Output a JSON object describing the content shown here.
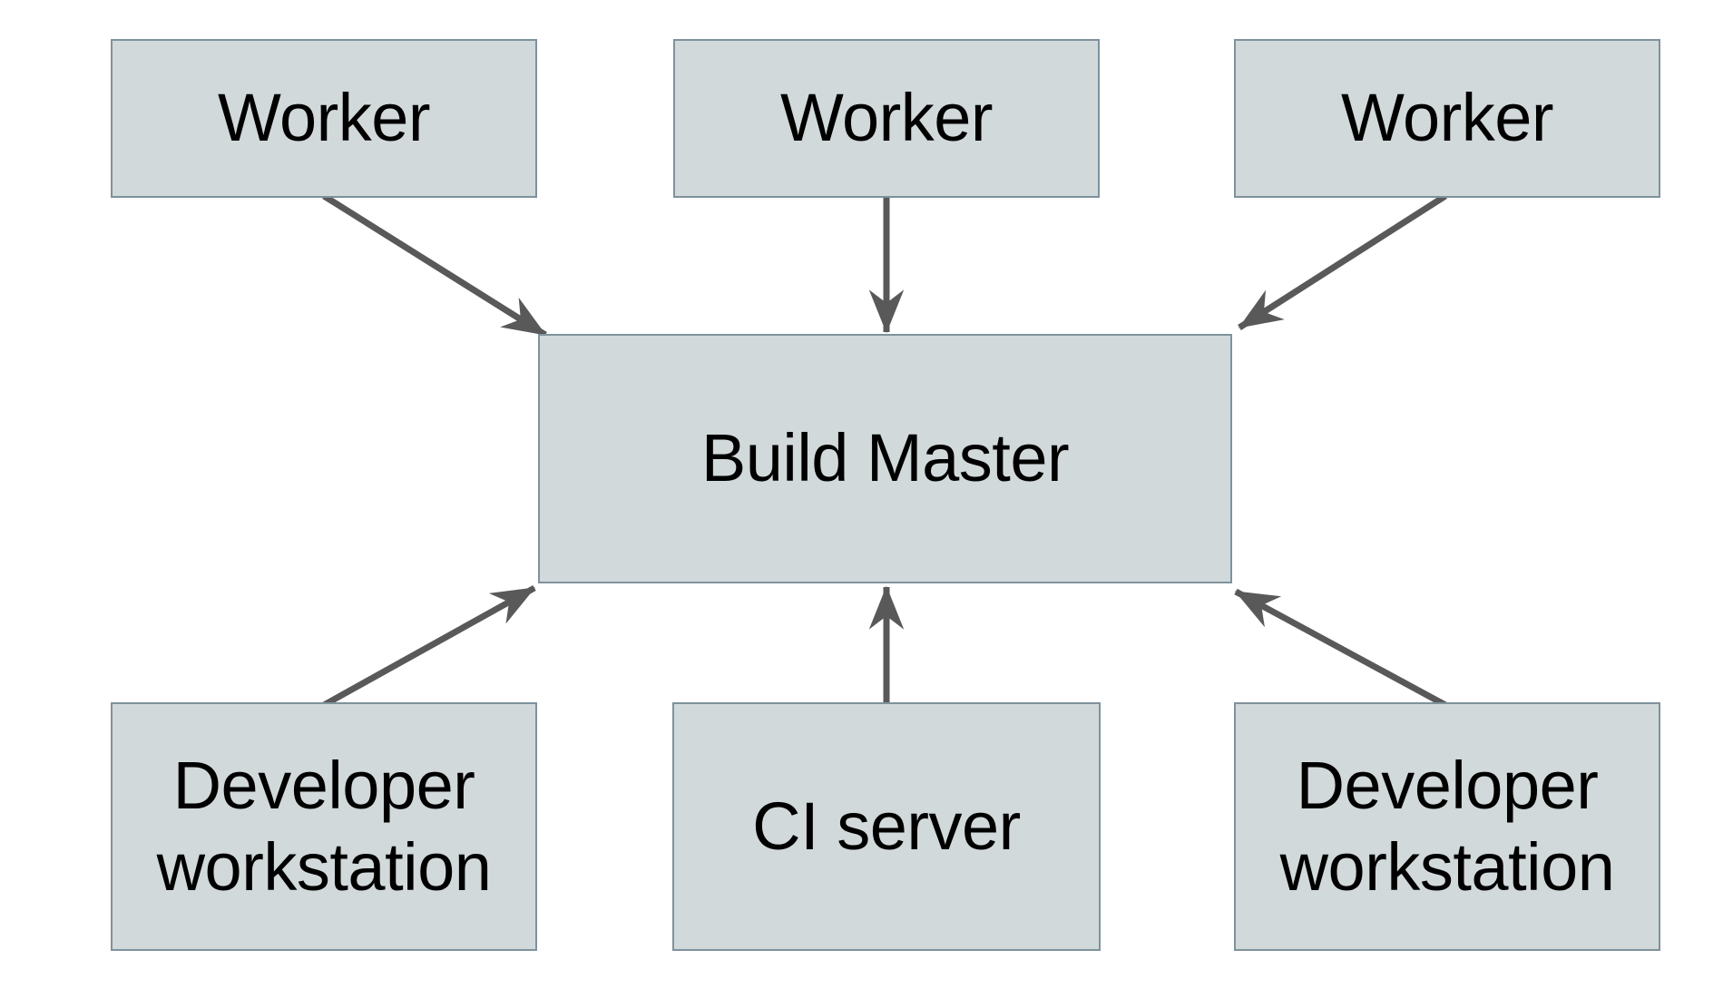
{
  "diagram": {
    "nodes": {
      "worker_1": {
        "label": "Worker"
      },
      "worker_2": {
        "label": "Worker"
      },
      "worker_3": {
        "label": "Worker"
      },
      "build_master": {
        "label": "Build Master"
      },
      "dev_left": {
        "label": "Developer workstation"
      },
      "ci_server": {
        "label": "CI server"
      },
      "dev_right": {
        "label": "Developer workstation"
      }
    },
    "edges": [
      {
        "from": "worker_1",
        "to": "build_master",
        "direction": "into-build-master"
      },
      {
        "from": "worker_2",
        "to": "build_master",
        "direction": "into-build-master"
      },
      {
        "from": "worker_3",
        "to": "build_master",
        "direction": "into-build-master"
      },
      {
        "from": "dev_left",
        "to": "build_master",
        "direction": "into-build-master"
      },
      {
        "from": "ci_server",
        "to": "build_master",
        "direction": "into-build-master"
      },
      {
        "from": "dev_right",
        "to": "build_master",
        "direction": "into-build-master"
      }
    ],
    "colors": {
      "node_fill": "#d2d9db",
      "node_border": "#7e929d",
      "arrow": "#595959",
      "text": "#000000",
      "background": "#ffffff"
    }
  }
}
